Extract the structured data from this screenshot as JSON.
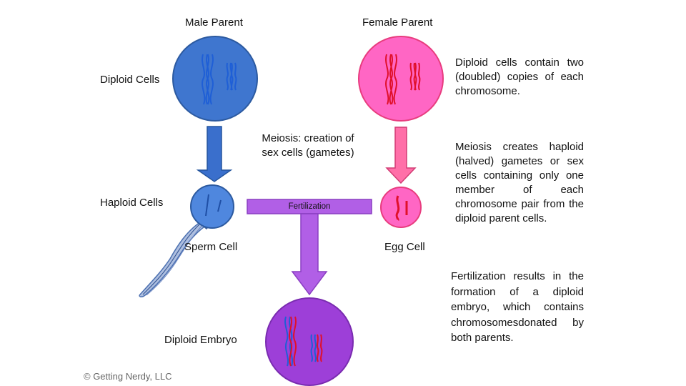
{
  "labels": {
    "male_parent": "Male Parent",
    "female_parent": "Female Parent",
    "diploid_cells": "Diploid Cells",
    "haploid_cells": "Haploid Cells",
    "meiosis_caption": "Meiosis:  creation of sex cells (gametes)",
    "fertilization": "Fertilization",
    "sperm_cell": "Sperm Cell",
    "egg_cell": "Egg Cell",
    "diploid_embryo": "Diploid Embryo"
  },
  "notes": {
    "diploid": "Diploid cells contain two (doubled) copies of each chromosome.",
    "meiosis": "Meiosis creates haploid (halved) gametes or sex cells containing only one member of each chromosome pair from the diploid parent cells.",
    "fertilization": "Fertilization results in the formation of a diploid embryo, which contains chromosomesdonated by both parents."
  },
  "footer": {
    "copyright": "© Getting Nerdy, LLC"
  },
  "colors": {
    "male_cell": "#3f76cf",
    "female_cell": "#ff66c4",
    "embryo_cell": "#9d3fd8",
    "male_arrow": "#3a6fcc",
    "female_arrow": "#ff6fa8",
    "fertilization_arrow": "#b15fe6",
    "chromosome_blue": "#1f5fd6",
    "chromosome_red": "#e0102a"
  }
}
